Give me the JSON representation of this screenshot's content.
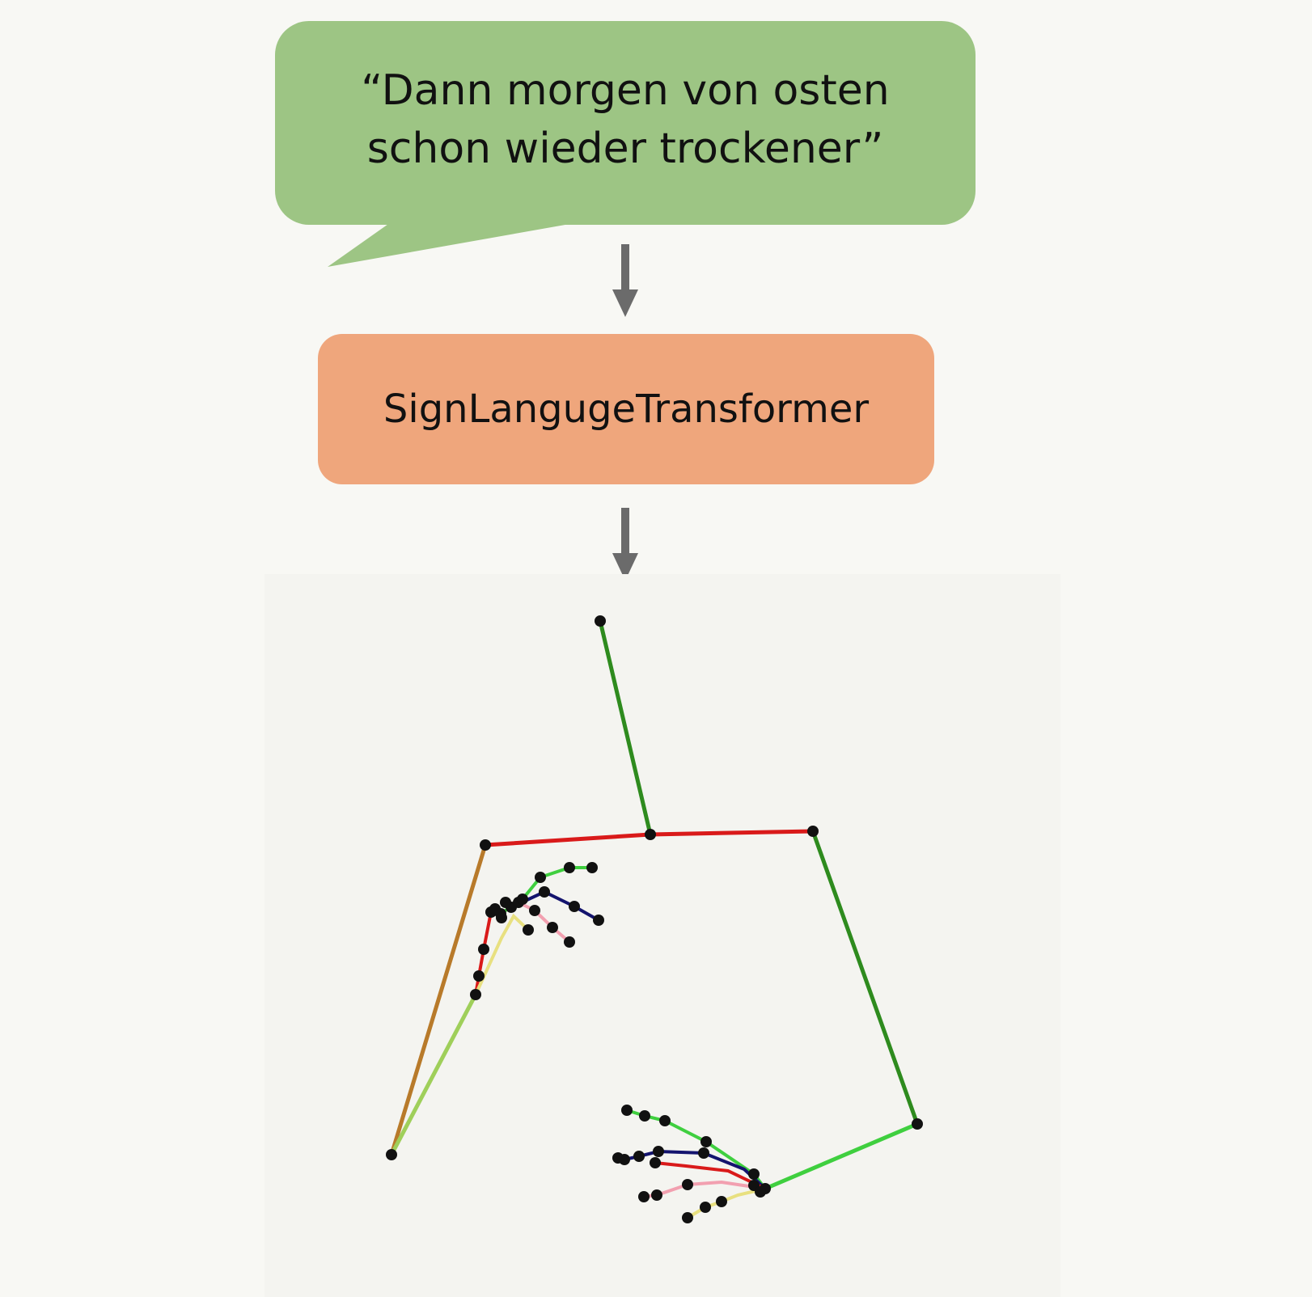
{
  "input": {
    "quote": "“Dann morgen von osten schon wieder trockener”"
  },
  "model": {
    "label": "SignLangugeTransformer"
  },
  "colors": {
    "bubble": "#9dc584",
    "model_box": "#efa67c",
    "arrow": "#6b6b6b",
    "keypoint": "#111111",
    "bone_green": "#2e8b1e",
    "bone_red": "#d91a1a",
    "bone_orange": "#b87a2a",
    "bone_light_green": "#9fcf5a",
    "bone_bright_green": "#3fcf3f",
    "bone_navy": "#14146e",
    "bone_pink": "#f2a0b0",
    "bone_yellow": "#e8e080"
  },
  "output": {
    "type": "pose-skeleton",
    "joints": [
      "head",
      "neck",
      "right-shoulder",
      "left-shoulder",
      "right-elbow",
      "left-elbow",
      "right-wrist",
      "left-wrist"
    ],
    "hands": [
      "right-hand",
      "left-hand"
    ]
  }
}
